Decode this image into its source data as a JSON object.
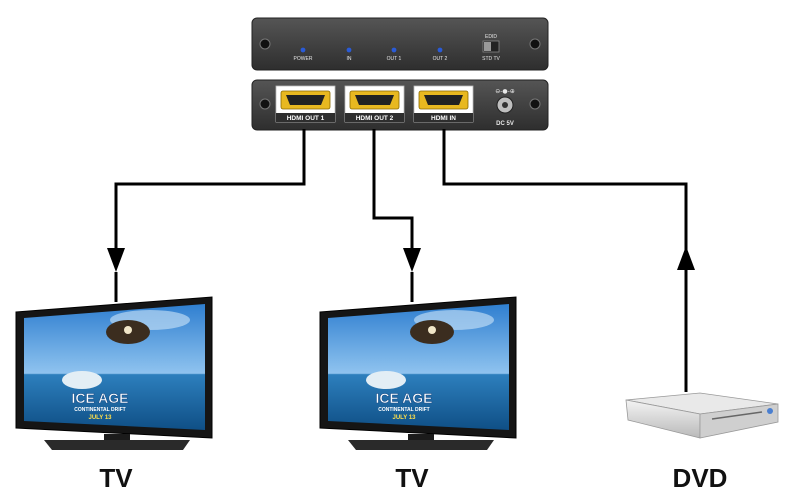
{
  "splitter": {
    "front": {
      "leds": [
        "POWER",
        "IN",
        "OUT 1",
        "OUT 2"
      ],
      "switch_label_top": "EDID",
      "switch_label_bottom": "STD TV"
    },
    "back": {
      "ports": [
        "HDMI OUT 1",
        "HDMI OUT 2",
        "HDMI IN"
      ],
      "power_label": "DC 5V",
      "power_symbol": "⊖-●-⊕"
    }
  },
  "devices": {
    "tv1": {
      "label": "TV",
      "screen_title": "ICE AGE",
      "screen_subtitle": "CONTINENTAL DRIFT",
      "screen_date": "JULY 13"
    },
    "tv2": {
      "label": "TV",
      "screen_title": "ICE AGE",
      "screen_subtitle": "CONTINENTAL DRIFT",
      "screen_date": "JULY 13"
    },
    "dvd": {
      "label": "DVD"
    }
  },
  "colors": {
    "chassis": "#3c3c3c",
    "hdmi_port": "#e8b820",
    "led": "#2a5bd7",
    "cable": "#000000",
    "sky": "#3f8fd6",
    "sea": "#1f6fae"
  }
}
